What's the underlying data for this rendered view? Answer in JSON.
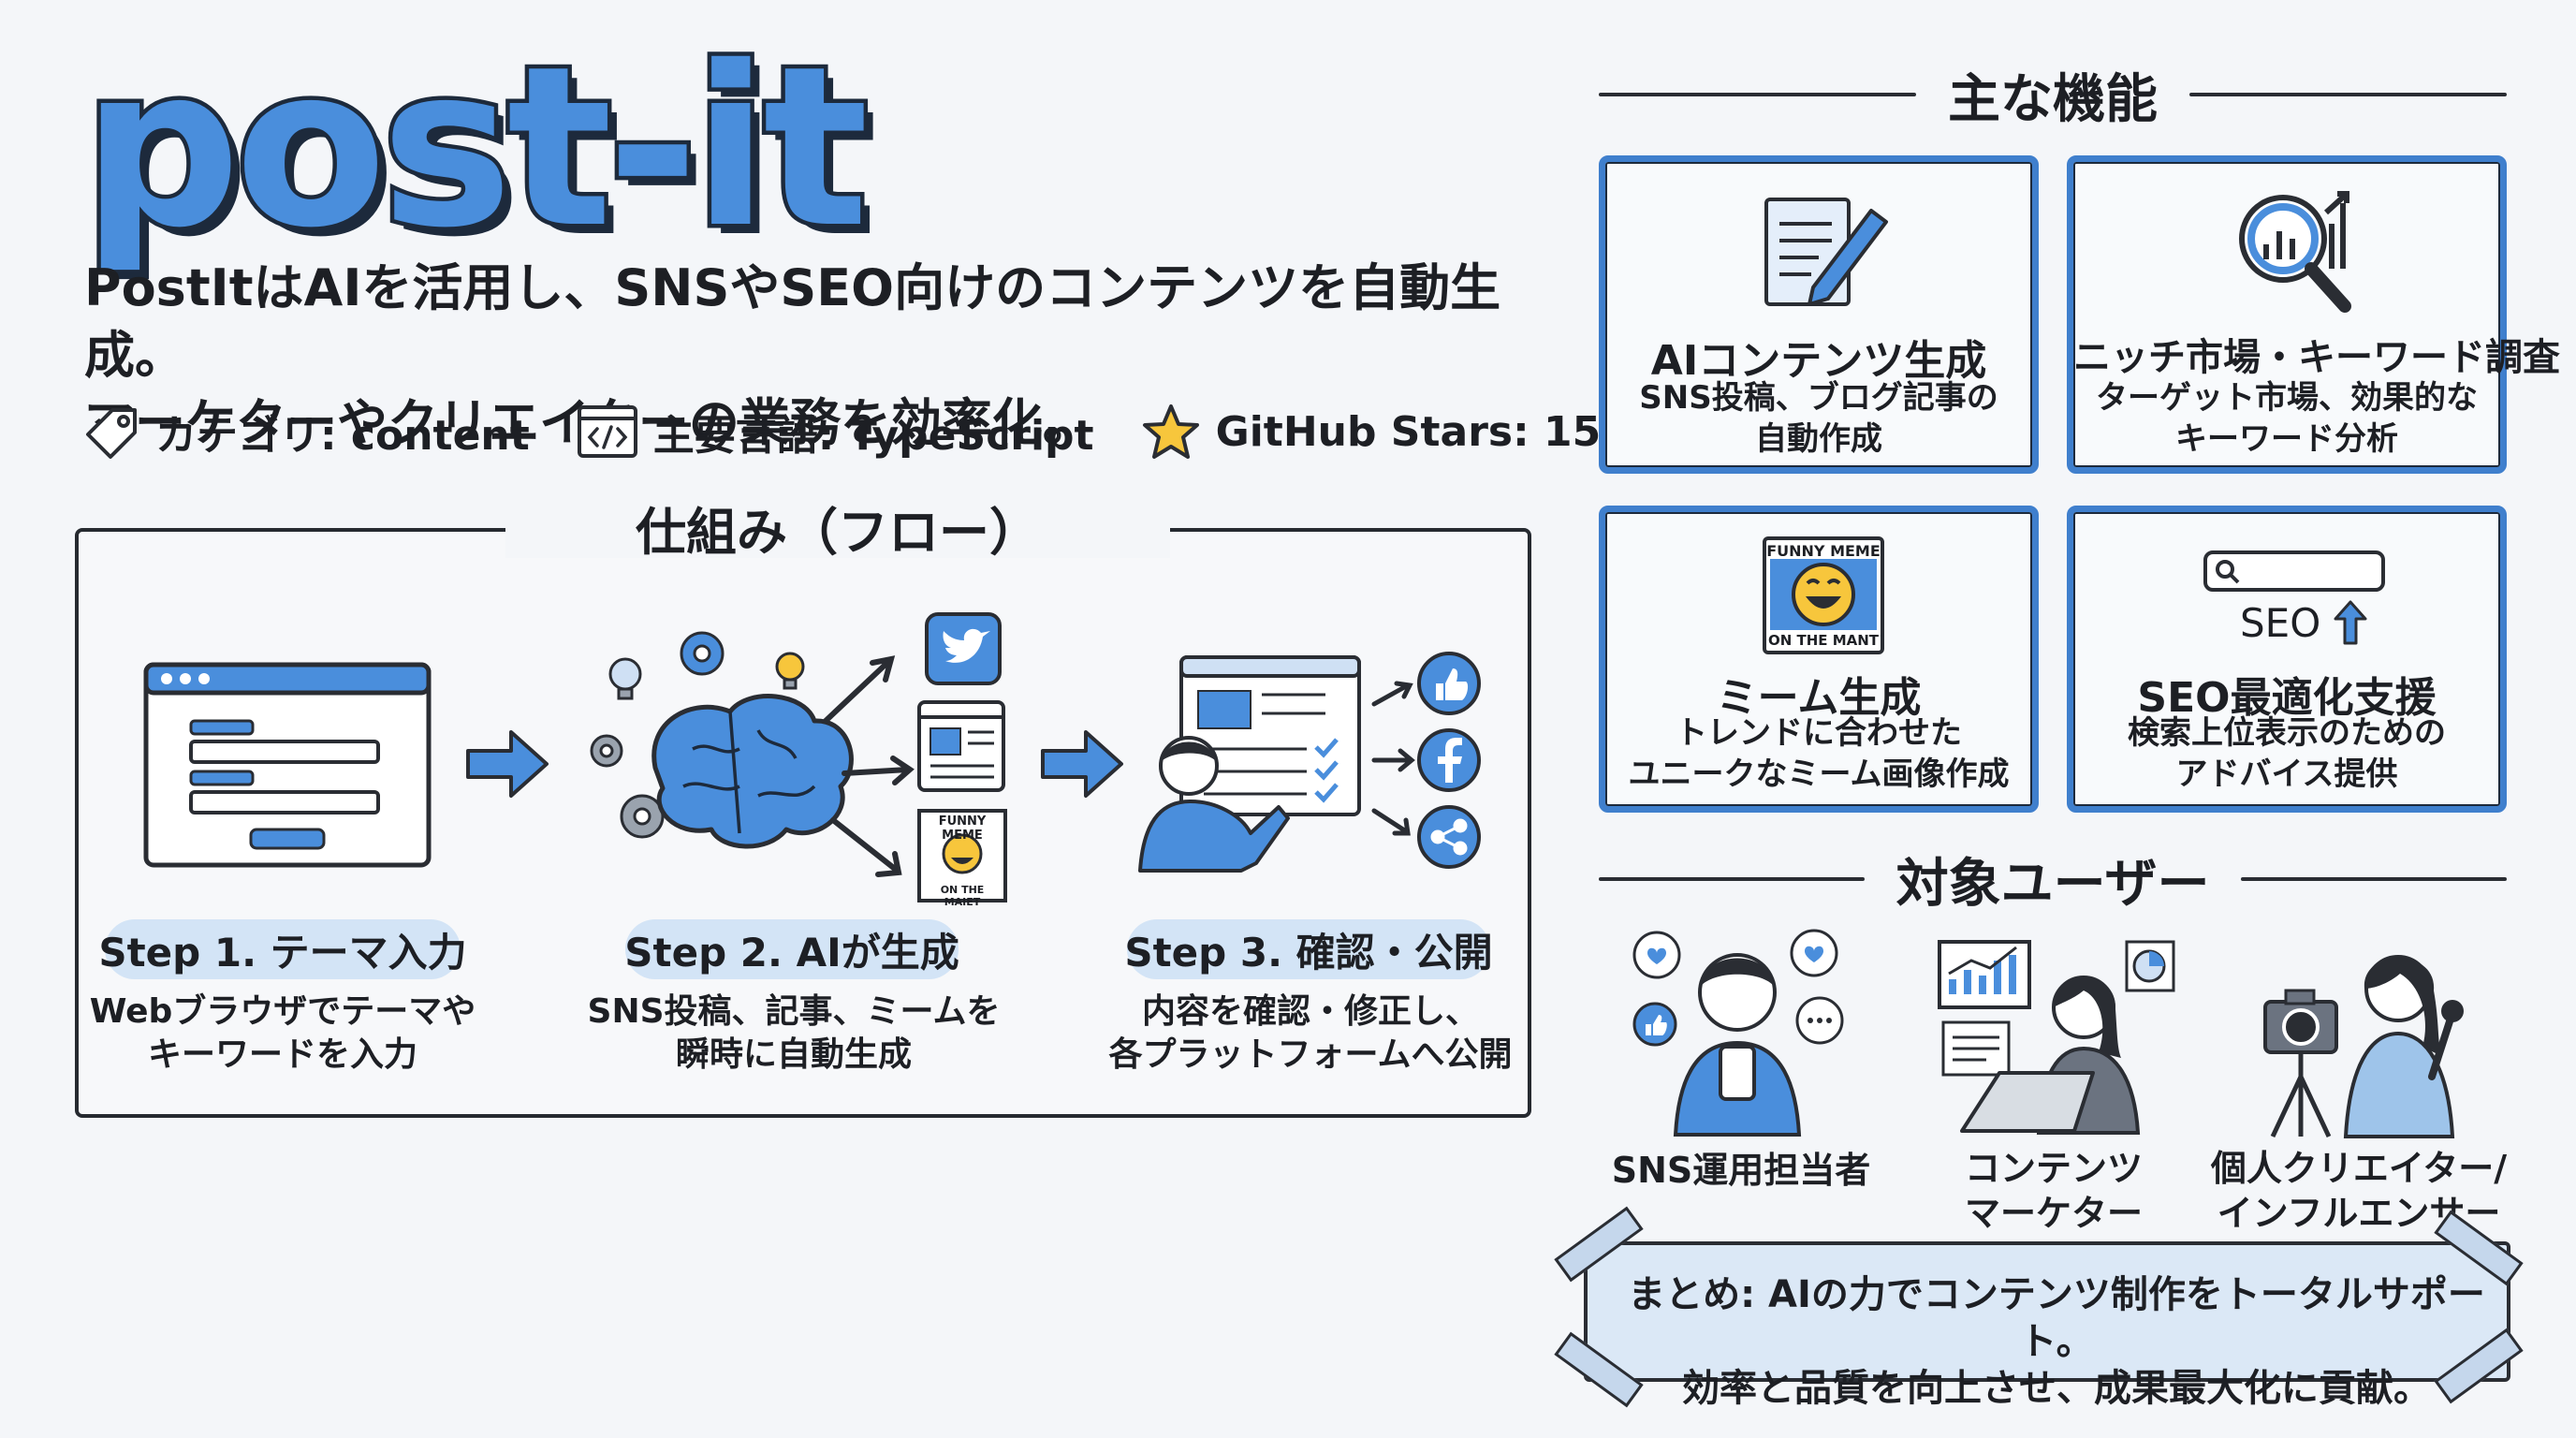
{
  "header": {
    "logo": "post-it",
    "tagline_1": "PostItはAIを活用し、SNSやSEO向けのコンテンツを自動生成。",
    "tagline_2": "マーケターやクリエイターの業務を効率化。",
    "category": "カテゴリ: content",
    "language": "主要言語: TypeScript",
    "stars": "GitHub Stars: 15"
  },
  "flow": {
    "heading": "仕組み（フロー）",
    "meme_top": "FUNNY MEME",
    "meme_bottom": "ON THE MAIET",
    "steps": [
      {
        "label": "Step 1. テーマ入力",
        "desc_1": "Webブラウザでテーマや",
        "desc_2": "キーワードを入力"
      },
      {
        "label": "Step 2. AIが生成",
        "desc_1": "SNS投稿、記事、ミームを",
        "desc_2": "瞬時に自動生成"
      },
      {
        "label": "Step 3. 確認・公開",
        "desc_1": "内容を確認・修正し、",
        "desc_2": "各プラットフォームへ公開"
      }
    ]
  },
  "features": {
    "heading": "主な機能",
    "meme_top": "FUNNY MEME",
    "meme_bottom": "ON THE MANT",
    "seo_word": "SEO",
    "items": [
      {
        "title": "AIコンテンツ生成",
        "desc_1": "SNS投稿、ブログ記事の",
        "desc_2": "自動作成"
      },
      {
        "title": "ニッチ市場・キーワード調査",
        "desc_1": "ターゲット市場、効果的な",
        "desc_2": "キーワード分析"
      },
      {
        "title": "ミーム生成",
        "desc_1": "トレンドに合わせた",
        "desc_2": "ユニークなミーム画像作成"
      },
      {
        "title": "SEO最適化支援",
        "desc_1": "検索上位表示のための",
        "desc_2": "アドバイス提供"
      }
    ]
  },
  "users": {
    "heading": "対象ユーザー",
    "items": [
      {
        "line_1": "SNS運用担当者",
        "line_2": ""
      },
      {
        "line_1": "コンテンツ",
        "line_2": "マーケター"
      },
      {
        "line_1": "個人クリエイター/",
        "line_2": "インフルエンサー"
      }
    ]
  },
  "summary": {
    "line_1": "まとめ: AIの力でコンテンツ制作をトータルサポート。",
    "line_2": "効率と品質を向上させ、成果最大化に貢献。"
  },
  "colors": {
    "accent": "#4a8edc",
    "card_border": "#3f7fcd",
    "label_bg": "#d3e4f6",
    "ink": "#1d1f24"
  }
}
